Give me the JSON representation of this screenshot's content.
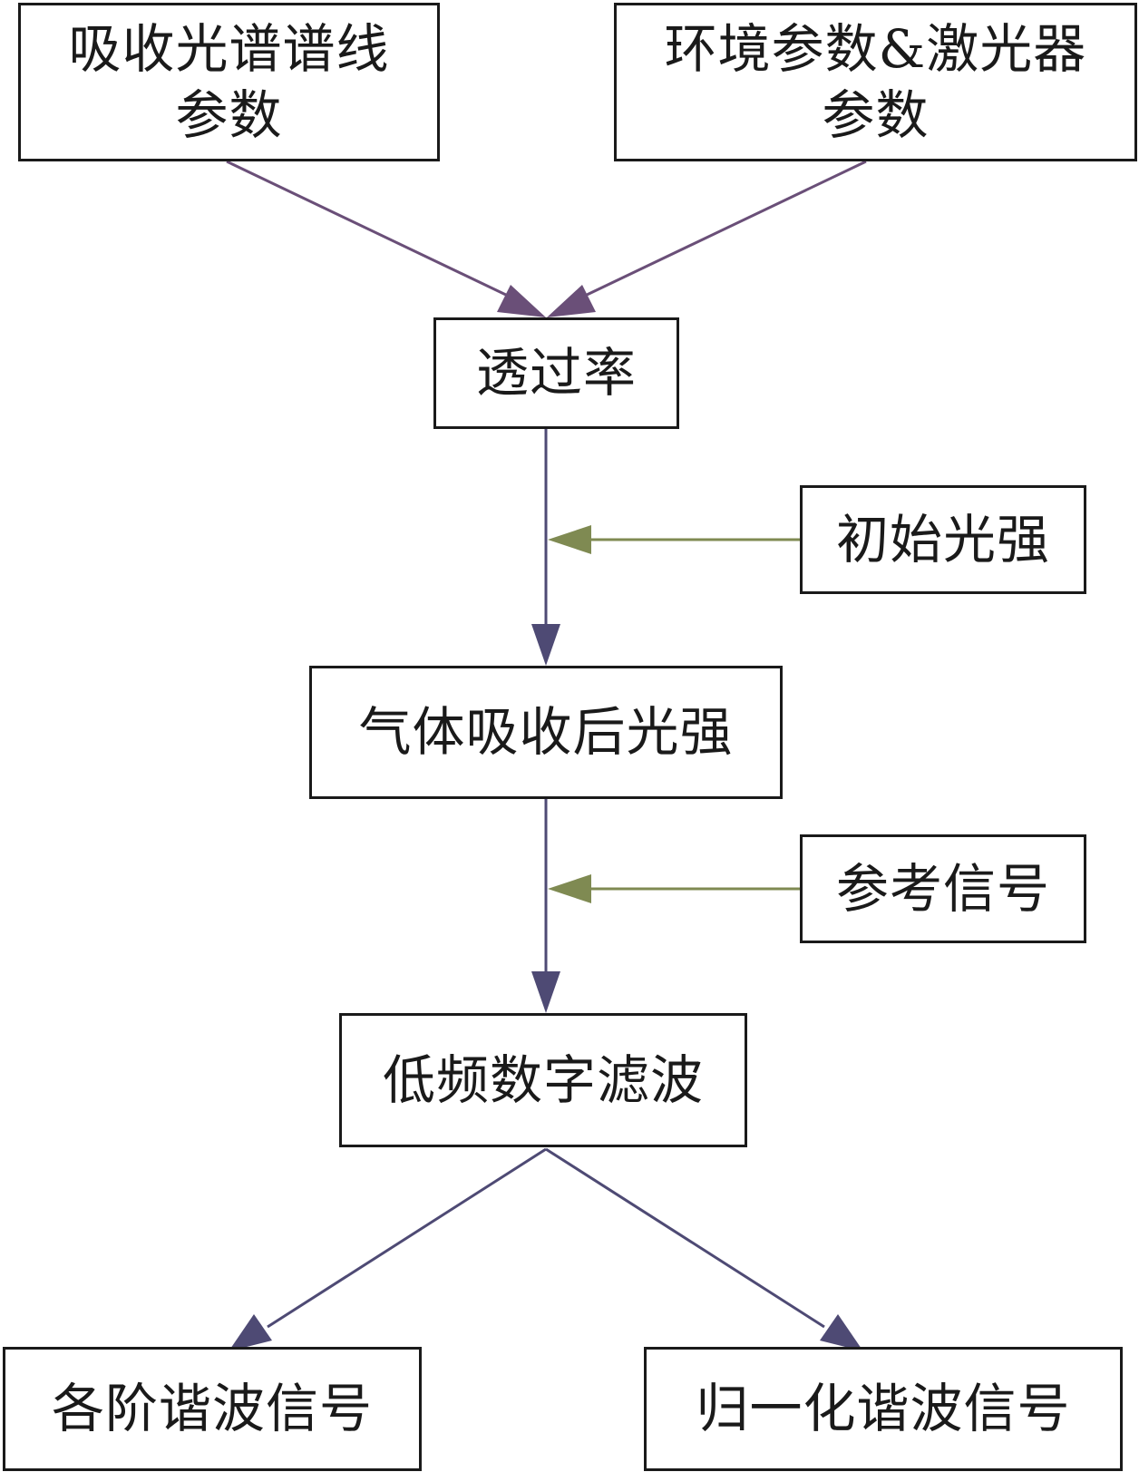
{
  "nodes": {
    "spectral_params": "吸收光谱谱线\n参数",
    "env_laser_params": "环境参数&激光器\n参数",
    "transmittance": "透过率",
    "initial_intensity": "初始光强",
    "absorbed_intensity": "气体吸收后光强",
    "reference_signal": "参考信号",
    "lowpass_filter": "低频数字滤波",
    "harmonic_signals": "各阶谐波信号",
    "normalized_harmonic": "归一化谐波信号"
  },
  "colors": {
    "main_arrow": "#4e4a74",
    "top_arrow": "#6a4f78",
    "side_arrow": "#7f8a52",
    "border": "#1a1a1a"
  }
}
